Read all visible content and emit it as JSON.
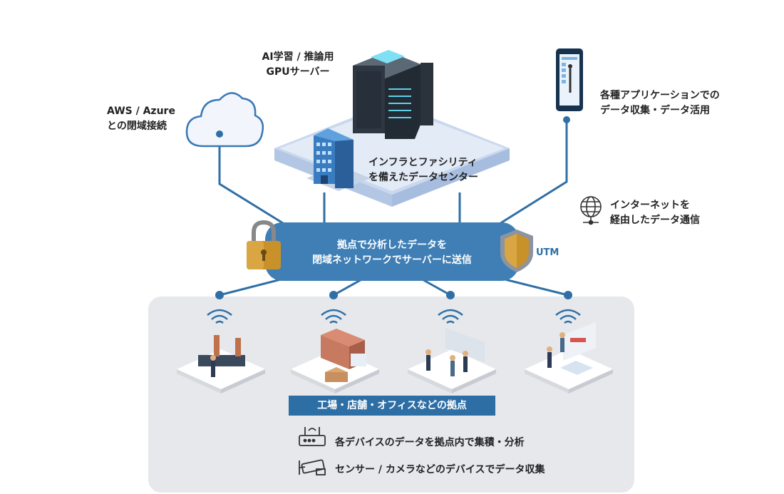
{
  "labels": {
    "gpu_server": [
      "AI学習 / 推論用",
      "GPUサーバー"
    ],
    "aws": [
      "AWS / Azure",
      "との閉域接続"
    ],
    "apps": [
      "各種アプリケーションでの",
      "データ収集・データ活用"
    ],
    "datacenter": [
      "インフラとファシリティ",
      "を備えたデータセンター"
    ],
    "internet": [
      "インターネットを",
      "経由したデータ通信"
    ],
    "bus": [
      "拠点で分析したデータを",
      "閉域ネットワークでサーバーに送信"
    ],
    "utm": "UTM",
    "sites_banner": "工場・店舗・オフィスなどの拠点",
    "legend_router": "各デバイスのデータを拠点内で集積・分析",
    "legend_camera": "センサー / カメラなどのデバイスでデータ収集"
  },
  "colors": {
    "line_blue": "#2f6fa6",
    "bus_blue": "#3f7fb5",
    "banner_blue": "#2d6ea5",
    "platform": "#dbe6f5",
    "site_bg": "#e6e8ec",
    "gold": "#c8912a"
  },
  "icons": [
    "cloud-icon",
    "server-rack-icon",
    "building-icon",
    "smartphone-icon",
    "globe-icon",
    "padlock-icon",
    "shield-icon",
    "wifi-icon",
    "router-icon",
    "camera-icon"
  ]
}
